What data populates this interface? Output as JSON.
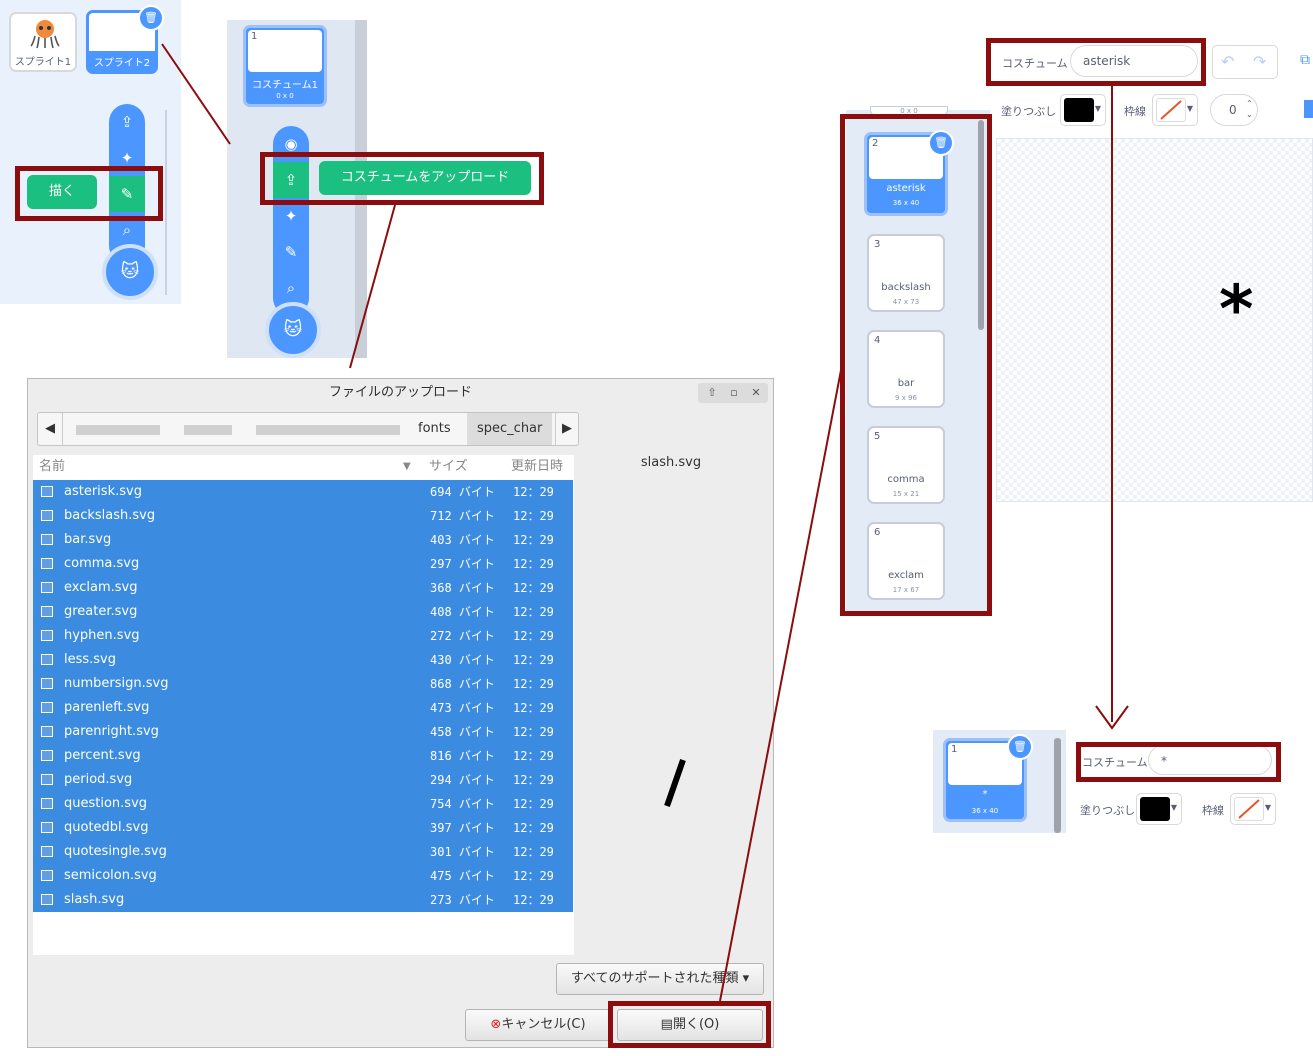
{
  "sprites": [
    {
      "name": "スプライト1",
      "icon": "octopus-icon"
    },
    {
      "name": "スプライト2"
    }
  ],
  "sprite_menu": {
    "tooltip": "描く",
    "items": [
      "upload-icon",
      "sparkle-icon",
      "brush-icon",
      "search-icon"
    ],
    "main_icon": "cat-add-icon"
  },
  "costume_panel_b": {
    "costume": {
      "number": "1",
      "name": "コスチューム1",
      "size": "0 x 0"
    },
    "tooltip": "コスチュームをアップロード",
    "items": [
      "camera-icon",
      "upload-icon",
      "sparkle-icon",
      "brush-icon",
      "search-icon"
    ]
  },
  "dialog": {
    "title": "ファイルのアップロード",
    "path": [
      "fonts",
      "spec_char"
    ],
    "columns": {
      "name": "名前",
      "size": "サイズ",
      "modified": "更新日時"
    },
    "files": [
      {
        "name": "asterisk.svg",
        "size": "694 バイト",
        "time": "12：29"
      },
      {
        "name": "backslash.svg",
        "size": "712 バイト",
        "time": "12：29"
      },
      {
        "name": "bar.svg",
        "size": "403 バイト",
        "time": "12：29"
      },
      {
        "name": "comma.svg",
        "size": "297 バイト",
        "time": "12：29"
      },
      {
        "name": "exclam.svg",
        "size": "368 バイト",
        "time": "12：29"
      },
      {
        "name": "greater.svg",
        "size": "408 バイト",
        "time": "12：29"
      },
      {
        "name": "hyphen.svg",
        "size": "272 バイト",
        "time": "12：29"
      },
      {
        "name": "less.svg",
        "size": "430 バイト",
        "time": "12：29"
      },
      {
        "name": "numbersign.svg",
        "size": "868 バイト",
        "time": "12：29"
      },
      {
        "name": "parenleft.svg",
        "size": "473 バイト",
        "time": "12：29"
      },
      {
        "name": "parenright.svg",
        "size": "458 バイト",
        "time": "12：29"
      },
      {
        "name": "percent.svg",
        "size": "816 バイト",
        "time": "12：29"
      },
      {
        "name": "period.svg",
        "size": "294 バイト",
        "time": "12：29"
      },
      {
        "name": "question.svg",
        "size": "754 バイト",
        "time": "12：29"
      },
      {
        "name": "quotedbl.svg",
        "size": "397 バイト",
        "time": "12：29"
      },
      {
        "name": "quotesingle.svg",
        "size": "301 バイト",
        "time": "12：29"
      },
      {
        "name": "semicolon.svg",
        "size": "475 バイト",
        "time": "12：29"
      },
      {
        "name": "slash.svg",
        "size": "273 バイト",
        "time": "12：29"
      }
    ],
    "preview_name": "slash.svg",
    "filter": "すべてのサポートされた種類",
    "cancel": "キャンセル(C)",
    "open": "開く(O)"
  },
  "editor": {
    "costume_label": "コスチューム",
    "costume_name": "asterisk",
    "fill_label": "塗りつぶし",
    "outline_label": "枠線",
    "outline_width": "0",
    "fill_color": "#000000",
    "canvas_glyph": "*"
  },
  "costume_list_c": [
    {
      "number": "2",
      "name": "asterisk",
      "size": "36 x 40"
    },
    {
      "number": "3",
      "name": "backslash",
      "size": "47 x 73"
    },
    {
      "number": "4",
      "name": "bar",
      "size": "9 x 96"
    },
    {
      "number": "5",
      "name": "comma",
      "size": "15 x 21"
    },
    {
      "number": "6",
      "name": "exclam",
      "size": "17 x 67"
    }
  ],
  "costume_list_c_partial_size": "0 x 0",
  "result": {
    "costume": {
      "number": "1",
      "name": "*",
      "size": "36 x 40"
    },
    "costume_label": "コスチューム",
    "costume_name": "*",
    "fill_label": "塗りつぶし",
    "outline_label": "枠線"
  },
  "colors": {
    "scratch_blue": "#4c97ff",
    "tooltip_green": "#1bbf80",
    "highlight_red": "#8b0d0d",
    "selection_blue": "#3b8be0"
  }
}
